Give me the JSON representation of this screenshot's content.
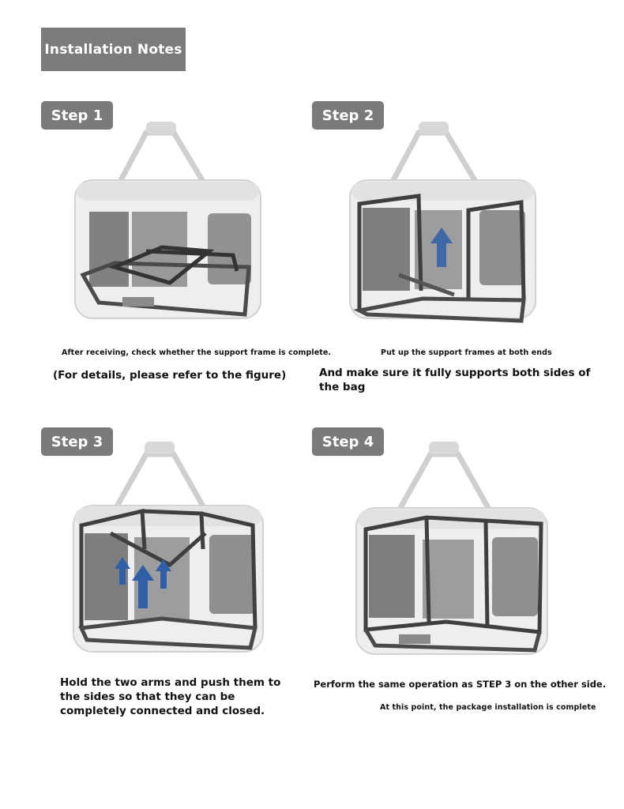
{
  "title": "Installation Notes",
  "steps": [
    {
      "label": "Step 1",
      "note": "After receiving, check whether the support frame is complete.",
      "detail": "(For details, please refer to the figure)",
      "image": "carrier-with-folded-frame"
    },
    {
      "label": "Step 2",
      "note": "Put up the support frames at both ends",
      "detail_line1": "And make sure it fully supports both sides of",
      "detail_line2": "the bag",
      "image": "carrier-with-end-frames-raised",
      "arrow_color": "#2f5fa8"
    },
    {
      "label": "Step 3",
      "line1": "Hold the two arms and push them to",
      "line2": "the sides so that they can be",
      "line3": "completely connected and closed.",
      "image": "carrier-arms-pushed-to-sides",
      "arrow_color": "#2f5fa8"
    },
    {
      "label": "Step 4",
      "note": "Perform the same operation as STEP 3 on the other side.",
      "detail": "At this point, the package installation is complete",
      "image": "carrier-fully-assembled"
    }
  ],
  "colors": {
    "badge": "#7a7a7a",
    "frame": "#555555",
    "bag": "#ececec",
    "mesh": "#6a6a6a",
    "arrow": "#2f5fa8"
  }
}
